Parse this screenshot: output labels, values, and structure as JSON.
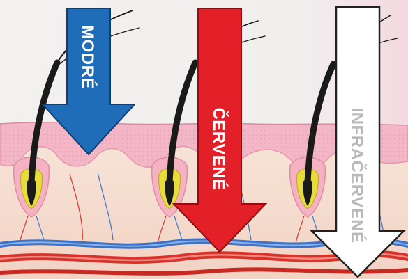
{
  "arrows": [
    {
      "label": "MODRÉ",
      "fill": "#1f6db8",
      "stroke": "#0d3f73",
      "text_color": "#ffffff"
    },
    {
      "label": "ČERVENÉ",
      "fill": "#e32027",
      "stroke": "#8c0f14",
      "text_color": "#ffffff"
    },
    {
      "label": "INFRAČERVENÉ",
      "fill": "#ffffff",
      "stroke": "#222222",
      "text_color": "#b9b9b9"
    }
  ],
  "colors": {
    "epidermis": "#f2b7c7",
    "dermis": "#f6dccf",
    "hair": "#1a1a1a",
    "follicle_bulb": "#e6da3a",
    "artery": "#d8322a",
    "vein": "#3a73c8"
  }
}
